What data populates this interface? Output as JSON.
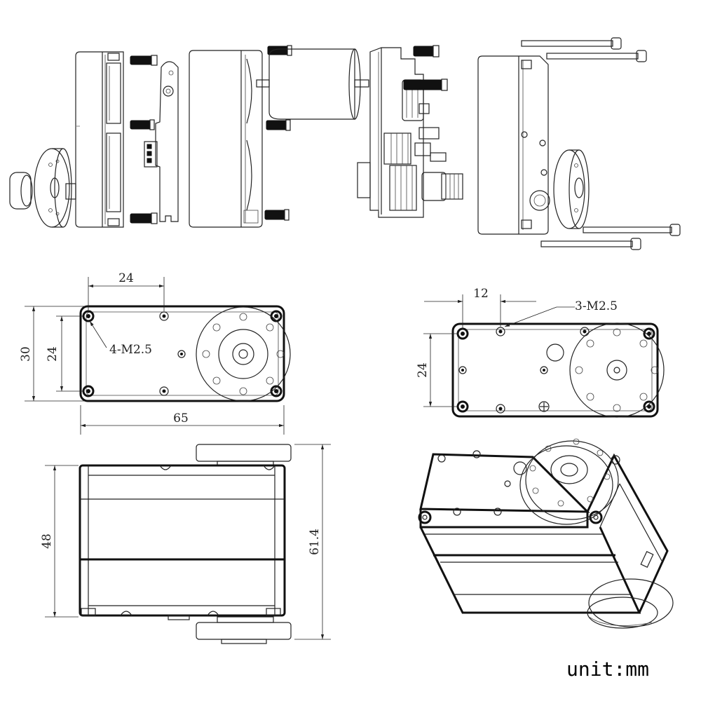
{
  "views": {
    "exploded": "exploded-view",
    "front": "front-view",
    "back": "back-view",
    "side": "side-view",
    "iso": "isometric-view"
  },
  "dimensions": {
    "front_hole_spacing": "24",
    "front_height": "30",
    "front_inner_height": "24",
    "front_length": "65",
    "front_holes": "4-M2.5",
    "back_hole_spacing": "12",
    "back_holes": "3-M2.5",
    "back_height": "24",
    "side_height": "48",
    "side_total_height": "61.4"
  },
  "unit_label": "unit:mm",
  "colors": {
    "line": "#222222",
    "background": "#ffffff"
  }
}
